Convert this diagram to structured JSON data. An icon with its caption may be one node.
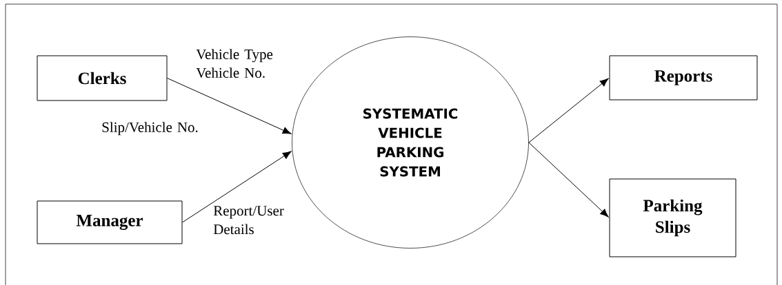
{
  "diagram": {
    "nodes": [
      {
        "text": [
          "Clerks"
        ]
      },
      {
        "text": [
          "Manager"
        ]
      },
      {
        "text": [
          "SYSTEMATIC VEHICLE PARKING SYSTEM"
        ]
      },
      {
        "text": [
          "Reports"
        ]
      },
      {
        "text": [
          "Parking Slips"
        ]
      }
    ],
    "edges": [
      {
        "from": 0,
        "to": 2,
        "arrow": "to",
        "label": "Vehicle Type Vehicle No."
      },
      {
        "from": 1,
        "to": 2,
        "arrow": "to",
        "label": "Report/User Details"
      },
      {
        "from": 2,
        "to": 3,
        "arrow": "to"
      },
      {
        "from": 2,
        "to": 4,
        "arrow": "to"
      }
    ],
    "labels": [
      "Slip/Vehicle No."
    ]
  }
}
